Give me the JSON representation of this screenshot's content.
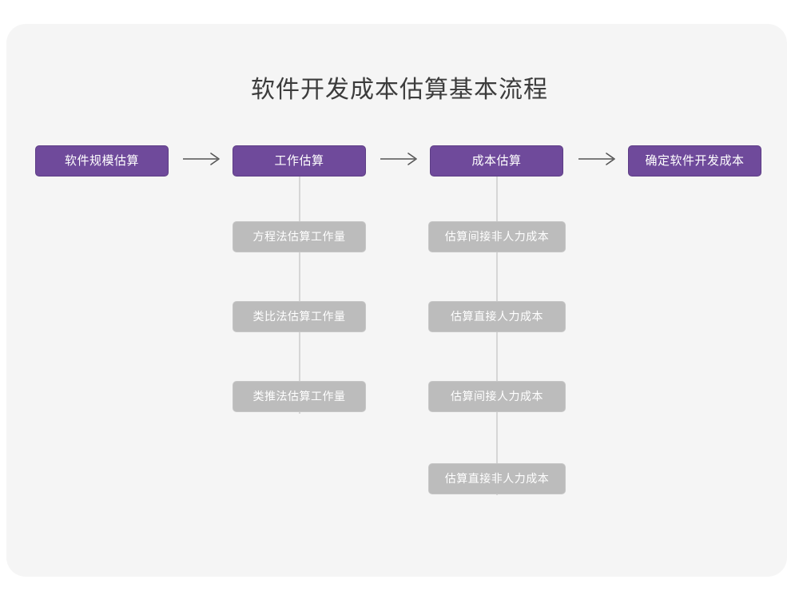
{
  "page": {
    "background": "#ffffff",
    "card_background": "#f5f5f5"
  },
  "diagram": {
    "title": "软件开发成本估算基本流程",
    "type": "flowchart",
    "colors": {
      "stage_fill": "#6f4a9b",
      "stage_border": "#5d3d85",
      "stage_text": "#ffffff",
      "sub_fill": "#bcbcbc",
      "sub_border": "#c6c6c6",
      "sub_text": "#ffffff",
      "connector_line": "#d6d6d6",
      "arrow": "#555555",
      "title_text": "#3c3c3c"
    },
    "stages": [
      {
        "id": "stage-1",
        "label": "软件规模估算",
        "substeps": []
      },
      {
        "id": "stage-2",
        "label": "工作估算",
        "substeps": [
          "方程法估算工作量",
          "类比法估算工作量",
          "类推法估算工作量"
        ]
      },
      {
        "id": "stage-3",
        "label": "成本估算",
        "substeps": [
          "估算间接非人力成本",
          "估算直接人力成本",
          "估算间接人力成本",
          "估算直接非人力成本"
        ]
      },
      {
        "id": "stage-4",
        "label": "确定软件开发成本",
        "substeps": []
      }
    ],
    "arrows": [
      {
        "id": "arrow-1",
        "from": "stage-1",
        "to": "stage-2",
        "glyph": "arrow-right-icon"
      },
      {
        "id": "arrow-2",
        "from": "stage-2",
        "to": "stage-3",
        "glyph": "arrow-right-icon"
      },
      {
        "id": "arrow-3",
        "from": "stage-3",
        "to": "stage-4",
        "glyph": "arrow-right-icon"
      }
    ]
  }
}
